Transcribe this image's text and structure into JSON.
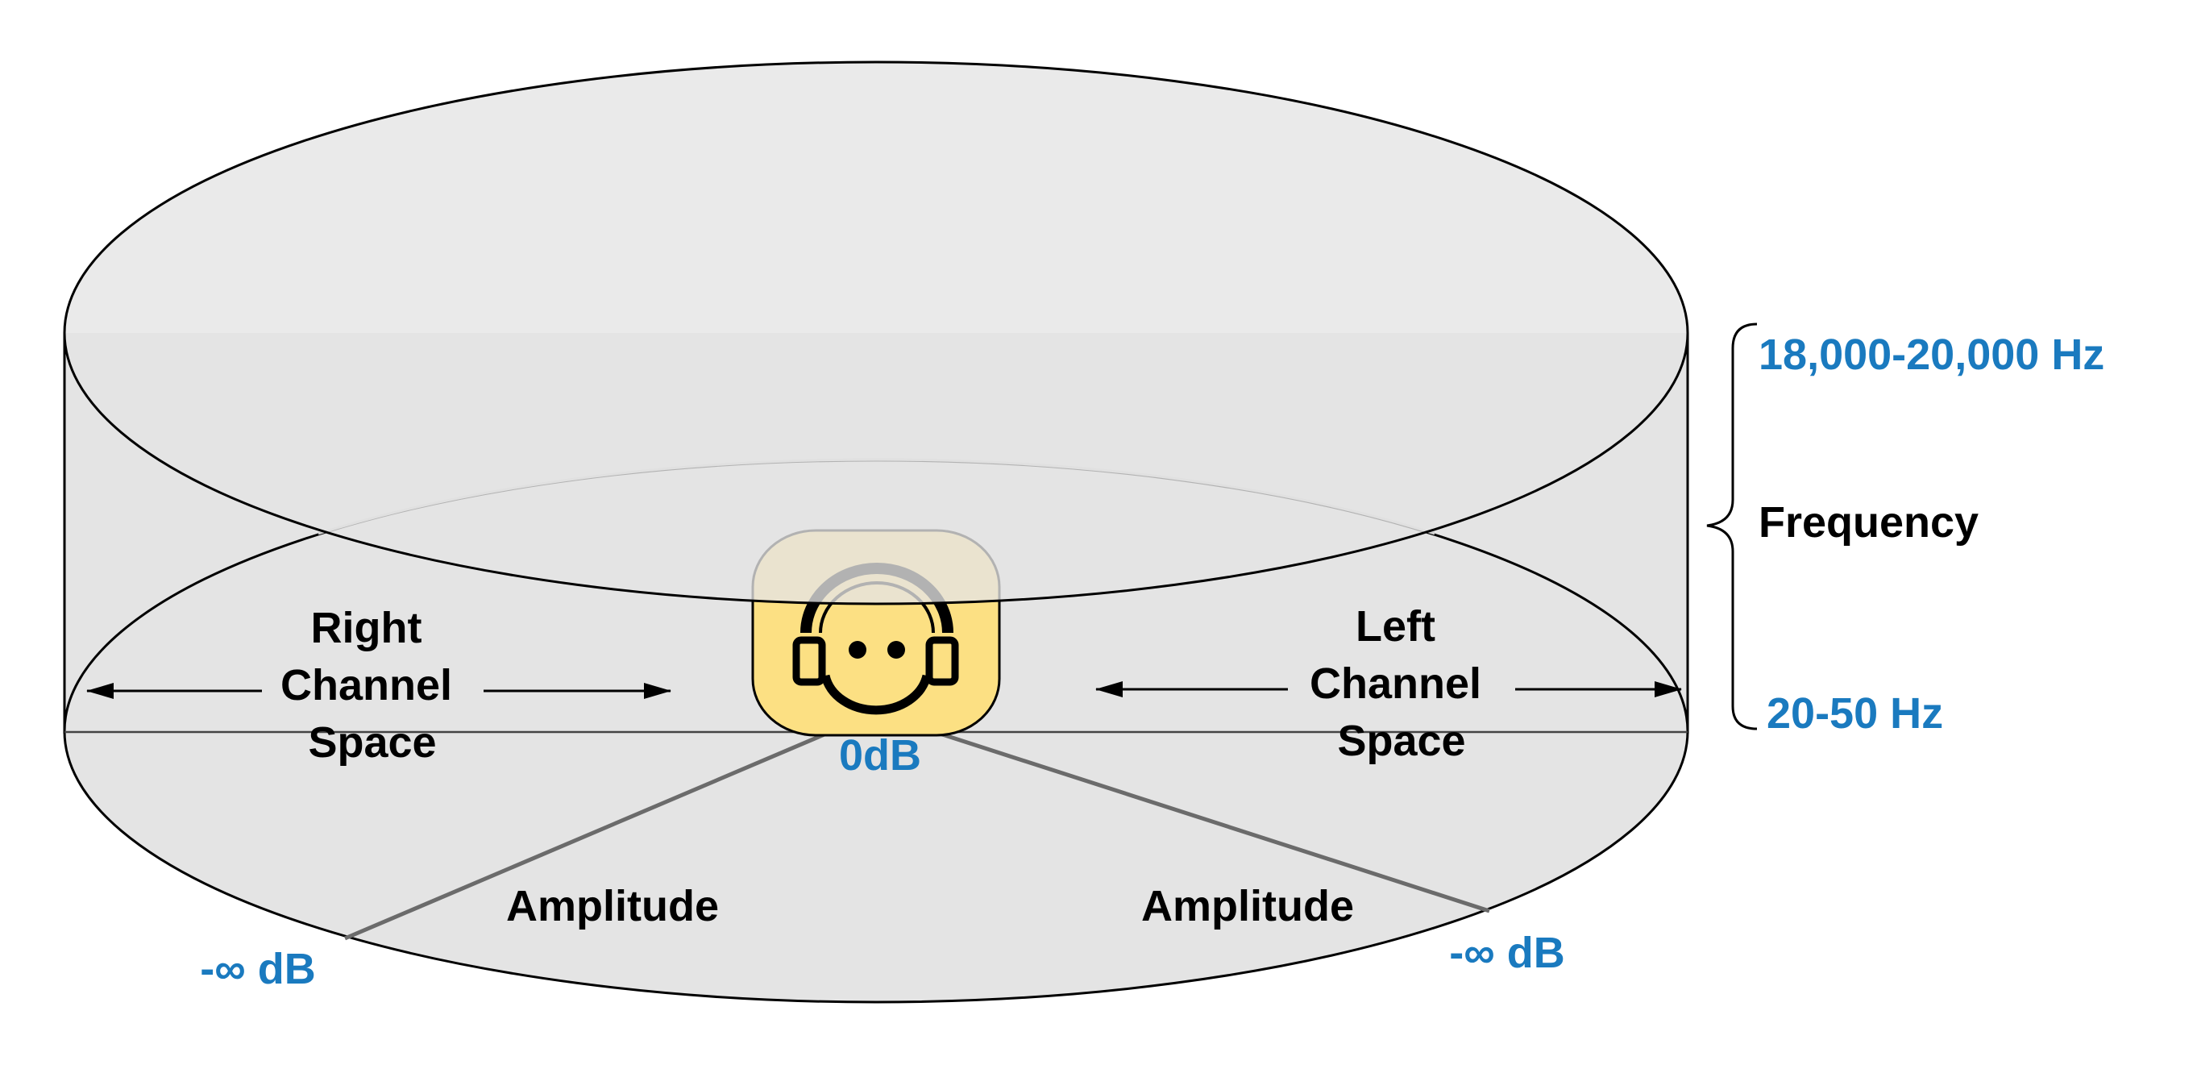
{
  "labels": {
    "right_channel": [
      "Right",
      "Channel",
      "Space"
    ],
    "left_channel": [
      "Left",
      "Channel",
      "Space"
    ],
    "amplitude_left": "Amplitude",
    "amplitude_right": "Amplitude",
    "zero_db": "0dB",
    "neg_inf_left": "-∞ dB",
    "neg_inf_right": "-∞ dB",
    "freq_high": "18,000-20,000 Hz",
    "freq_low": "20-50 Hz",
    "frequency": "Frequency"
  },
  "colors": {
    "cylinder_fill": "#e4e4e4",
    "outline": "#000000",
    "amplitude_line": "#6b6b6b",
    "blue_label": "#1a7abf",
    "listener_face": "#fce083"
  },
  "icons": {
    "listener": "smiley-with-headphones-icon",
    "frequency_brace": "curly-brace-icon"
  }
}
